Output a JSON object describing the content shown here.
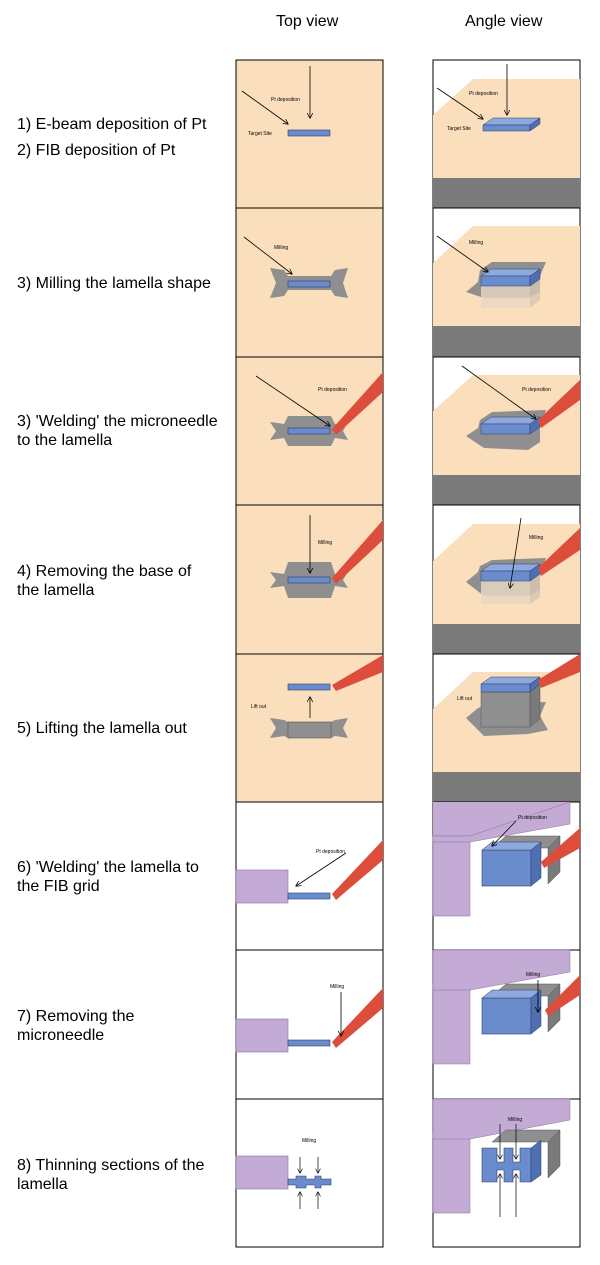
{
  "headers": {
    "top": "Top view",
    "angle": "Angle view"
  },
  "steps": [
    {
      "text": "1) E-beam deposition of Pt"
    },
    {
      "text": "2) FIB deposition of Pt"
    },
    {
      "text": "3) Milling the lamella shape"
    },
    {
      "text": "3) 'Welding' the microneedle to the lamella"
    },
    {
      "text": "4) Removing the base of the lamella"
    },
    {
      "text": "5) Lifting the lamella out"
    },
    {
      "text": "6) 'Welding' the lamella to the FIB grid"
    },
    {
      "text": "7) Removing the microneedle"
    },
    {
      "text": "8) Thinning sections of the lamella"
    }
  ],
  "labels": {
    "pt_deposition": "Pt deposition",
    "target_site": "Target Site",
    "milling": "Milling",
    "lift_out": "Lift out"
  },
  "colors": {
    "substrate": "#fbdfbd",
    "lamella": "#6b8ccc",
    "cut": "#8f8f8f",
    "needle": "#dc4d3b",
    "grid": "#c4abd6",
    "base": "#7a7a7a"
  }
}
